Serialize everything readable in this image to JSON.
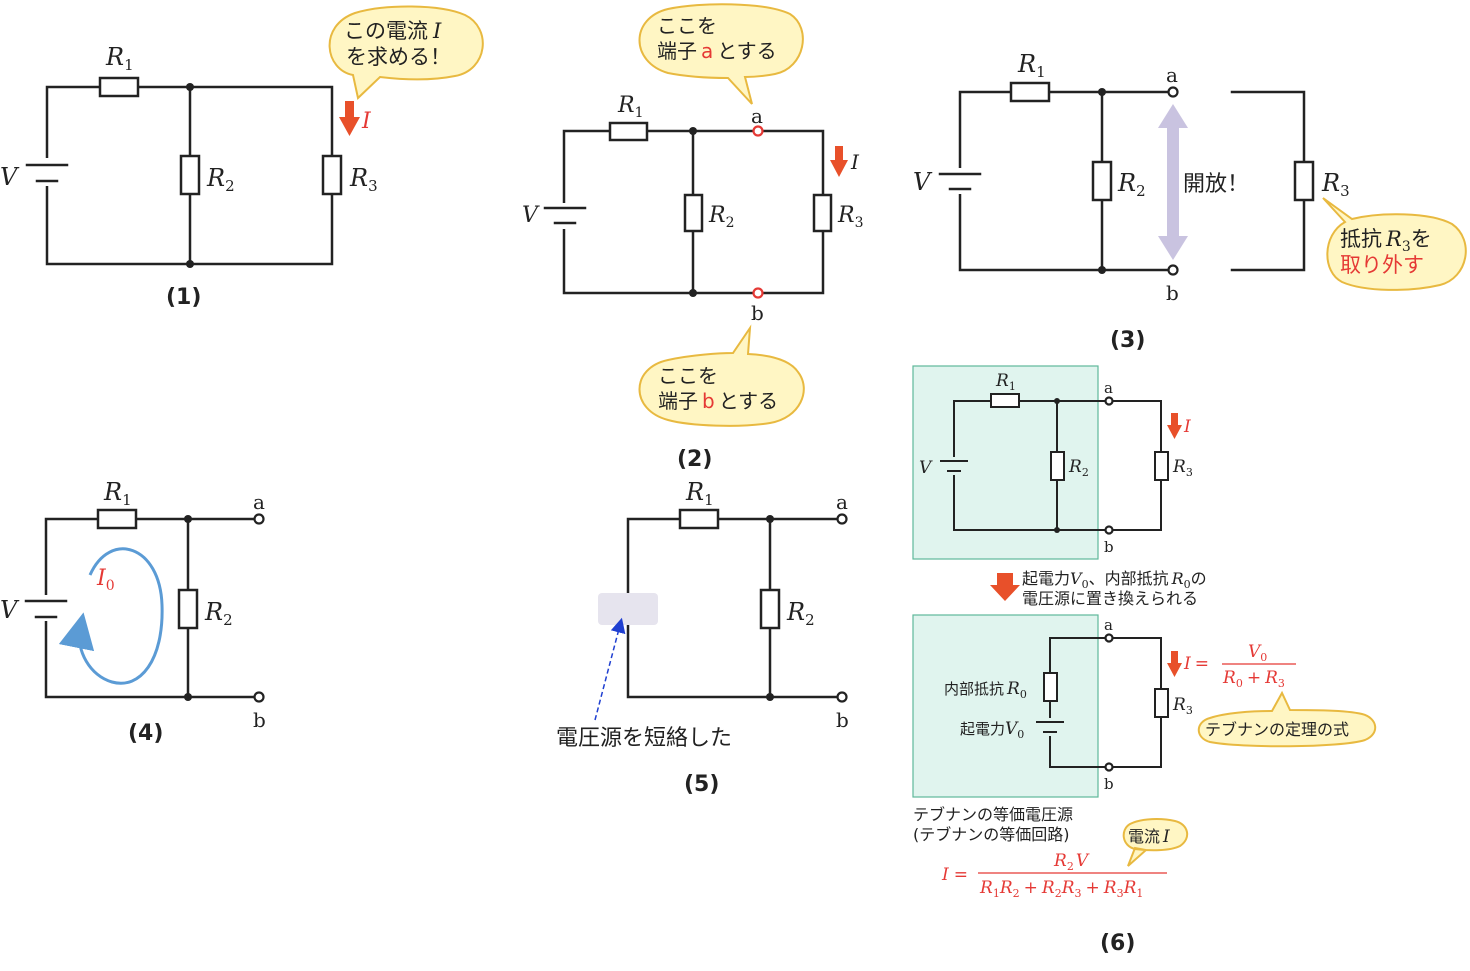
{
  "labels": {
    "V": "V",
    "R": "R",
    "I": "I",
    "a": "a",
    "b": "b",
    "sub1": "1",
    "sub2": "2",
    "sub3": "3",
    "sub0": "0",
    "I0": "I",
    "R0": "R",
    "V0": "V"
  },
  "captions": {
    "c1": "(1)",
    "c2": "(2)",
    "c3": "(3)",
    "c4": "(4)",
    "c5": "(5)",
    "c6": "(6)"
  },
  "bubbles": {
    "find_current_line1": "この電流",
    "find_current_line2": "を求める！",
    "terminal_a_line1": "ここを",
    "terminal_a_line2_pre": "端子",
    "terminal_a_line2_post": "とする",
    "terminal_b_line1": "ここを",
    "terminal_b_line2_pre": "端子",
    "terminal_b_line2_post": "とする",
    "remove_r3_line1_pre": "抵抗",
    "remove_r3_line1_post": "を",
    "remove_r3_line2": "取り外す",
    "thevenin_formula": "テブナンの定理の式",
    "current_I": "電流"
  },
  "texts": {
    "open": "開放！",
    "shorted": "電圧源を短絡した",
    "replace_line1_pre": "起電力",
    "replace_line1_mid": "、内部抵抗",
    "replace_line1_post": "の",
    "replace_line2": "電圧源に置き換えられる",
    "internal_resistance": "内部抵抗",
    "emf": "起電力",
    "equiv_line1": "テブナンの等価電圧源",
    "equiv_line2": "(テブナンの等価回路)"
  },
  "colors": {
    "accent_red": "#e53935",
    "arrow_orange": "#e8502a",
    "bubble_fill": "#fff6c4",
    "bubble_stroke": "#e8b940",
    "loop_blue": "#5b9bd5",
    "open_arrow": "#c9c3e0",
    "thevenin_box": "#e0f4ee",
    "short_box": "#e6e4ee"
  }
}
